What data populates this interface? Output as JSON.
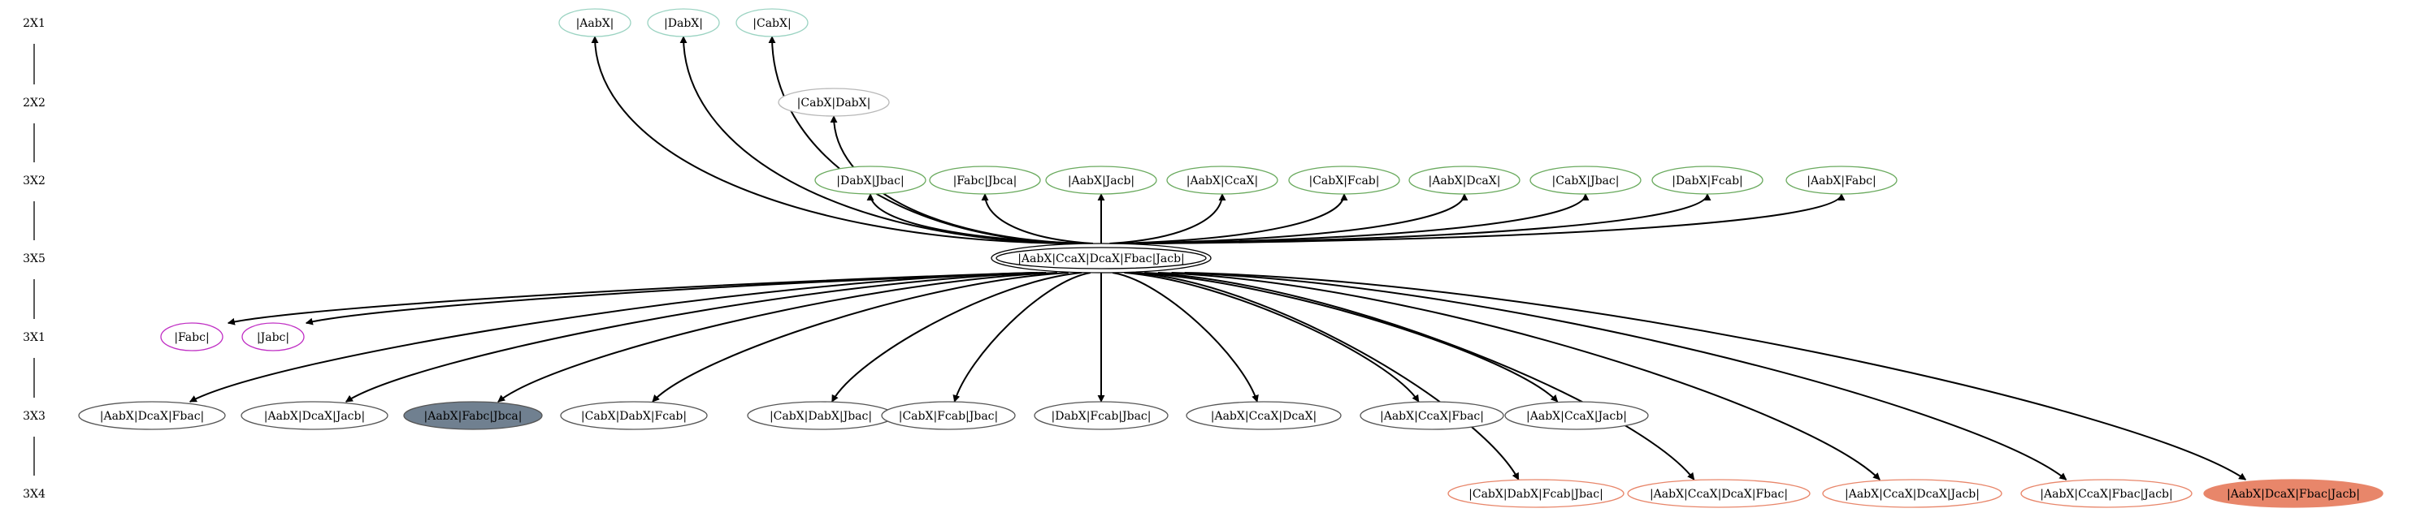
{
  "rows": [
    {
      "id": "2X1",
      "label": "2X1"
    },
    {
      "id": "2X2",
      "label": "2X2"
    },
    {
      "id": "3X2",
      "label": "3X2"
    },
    {
      "id": "3X5",
      "label": "3X5"
    },
    {
      "id": "3X1",
      "label": "3X1"
    },
    {
      "id": "3X3",
      "label": "3X3"
    },
    {
      "id": "3X4",
      "label": "3X4"
    }
  ],
  "center_node": {
    "id": "center",
    "label": "|AabX|CcaX|DcaX|Fbac|Jacb|"
  },
  "nodes": [
    {
      "id": "n2x1a",
      "row": "2X1",
      "label": "|AabX|",
      "color": "#9bd3c2"
    },
    {
      "id": "n2x1b",
      "row": "2X1",
      "label": "|DabX|",
      "color": "#9bd3c2"
    },
    {
      "id": "n2x1c",
      "row": "2X1",
      "label": "|CabX|",
      "color": "#9bd3c2"
    },
    {
      "id": "n2x2a",
      "row": "2X2",
      "label": "|CabX|DabX|",
      "color": "#b8b8b8"
    },
    {
      "id": "n3x2a",
      "row": "3X2",
      "label": "|DabX|Jbac|",
      "color": "#6aaa5e"
    },
    {
      "id": "n3x2b",
      "row": "3X2",
      "label": "|Fabc|Jbca|",
      "color": "#6aaa5e"
    },
    {
      "id": "n3x2c",
      "row": "3X2",
      "label": "|AabX|Jacb|",
      "color": "#6aaa5e"
    },
    {
      "id": "n3x2d",
      "row": "3X2",
      "label": "|AabX|CcaX|",
      "color": "#6aaa5e"
    },
    {
      "id": "n3x2e",
      "row": "3X2",
      "label": "|CabX|Fcab|",
      "color": "#6aaa5e"
    },
    {
      "id": "n3x2f",
      "row": "3X2",
      "label": "|AabX|DcaX|",
      "color": "#6aaa5e"
    },
    {
      "id": "n3x2g",
      "row": "3X2",
      "label": "|CabX|Jbac|",
      "color": "#6aaa5e"
    },
    {
      "id": "n3x2h",
      "row": "3X2",
      "label": "|DabX|Fcab|",
      "color": "#6aaa5e"
    },
    {
      "id": "n3x2i",
      "row": "3X2",
      "label": "|AabX|Fabc|",
      "color": "#6aaa5e"
    },
    {
      "id": "n3x1a",
      "row": "3X1",
      "label": "|Fabc|",
      "color": "#c02fc4"
    },
    {
      "id": "n3x1b",
      "row": "3X1",
      "label": "|Jabc|",
      "color": "#c02fc4"
    },
    {
      "id": "n3x3a",
      "row": "3X3",
      "label": "|AabX|DcaX|Fbac|",
      "color": "#555555"
    },
    {
      "id": "n3x3b",
      "row": "3X3",
      "label": "|AabX|DcaX|Jacb|",
      "color": "#555555"
    },
    {
      "id": "n3x3c",
      "row": "3X3",
      "label": "|AabX|Fabc|Jbca|",
      "color": "#555555",
      "fill": "#708090"
    },
    {
      "id": "n3x3d",
      "row": "3X3",
      "label": "|CabX|DabX|Fcab|",
      "color": "#555555"
    },
    {
      "id": "n3x3e",
      "row": "3X3",
      "label": "|CabX|DabX|Jbac|",
      "color": "#555555"
    },
    {
      "id": "n3x3f",
      "row": "3X3",
      "label": "|CabX|Fcab|Jbac|",
      "color": "#555555"
    },
    {
      "id": "n3x3g",
      "row": "3X3",
      "label": "|DabX|Fcab|Jbac|",
      "color": "#555555"
    },
    {
      "id": "n3x3h",
      "row": "3X3",
      "label": "|AabX|CcaX|DcaX|",
      "color": "#555555"
    },
    {
      "id": "n3x3i",
      "row": "3X3",
      "label": "|AabX|CcaX|Fbac|",
      "color": "#555555"
    },
    {
      "id": "n3x3j",
      "row": "3X3",
      "label": "|AabX|CcaX|Jacb|",
      "color": "#555555"
    },
    {
      "id": "n3x4a",
      "row": "3X4",
      "label": "|CabX|DabX|Fcab|Jbac|",
      "color": "#e8866a"
    },
    {
      "id": "n3x4b",
      "row": "3X4",
      "label": "|AabX|CcaX|DcaX|Fbac|",
      "color": "#e8866a"
    },
    {
      "id": "n3x4c",
      "row": "3X4",
      "label": "|AabX|CcaX|DcaX|Jacb|",
      "color": "#e8866a"
    },
    {
      "id": "n3x4d",
      "row": "3X4",
      "label": "|AabX|CcaX|Fbac|Jacb|",
      "color": "#e8866a"
    },
    {
      "id": "n3x4e",
      "row": "3X4",
      "label": "|AabX|DcaX|Fbac|Jacb|",
      "color": "#e8866a",
      "fill": "#e8866a"
    }
  ]
}
